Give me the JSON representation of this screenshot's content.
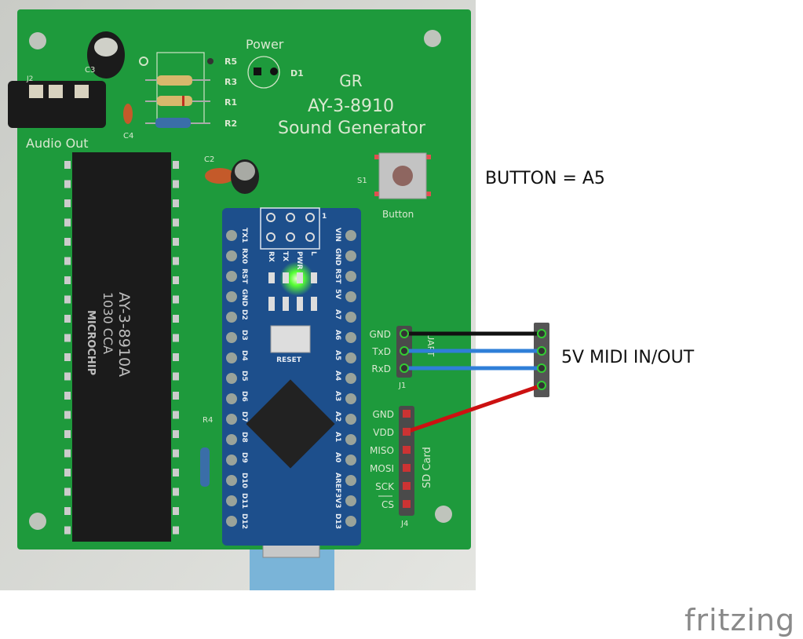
{
  "board": {
    "title_line1": "GR",
    "title_line2": "AY-3-8910",
    "title_line3": "Sound Generator",
    "power_label": "Power",
    "d1_label": "D1",
    "audio_label": "Audio Out",
    "j2_label": "J2",
    "c3_label": "C3",
    "c4_label": "C4",
    "c2_label": "C2",
    "resistors": [
      "R5",
      "R3",
      "R1",
      "R2"
    ],
    "r4_label": "R4",
    "s1_label": "S1",
    "button_label": "Button",
    "chip": {
      "line1": "AY-3-8910A",
      "line2": "1030 CCA",
      "line3": "MICROCHIP"
    },
    "uart": {
      "pins": [
        "GND",
        "TxD",
        "RxD"
      ],
      "title": "UART",
      "ref": "J1"
    },
    "sdcard": {
      "pins": [
        "GND",
        "VDD",
        "MISO",
        "MOSI",
        "SCK",
        "CS"
      ],
      "title": "SD Card",
      "ref": "J4"
    },
    "nano": {
      "left_pins": [
        "TX1",
        "RX0",
        "RST",
        "GND",
        "D2",
        "D3",
        "D4",
        "D5",
        "D6",
        "D7",
        "D8",
        "D9",
        "D10",
        "D11",
        "D12"
      ],
      "right_pins": [
        "VIN",
        "GND",
        "RST",
        "5V",
        "A7",
        "A6",
        "A5",
        "A4",
        "A3",
        "A2",
        "A1",
        "A0",
        "AREF",
        "3V3",
        "D13"
      ],
      "leds": [
        "RX",
        "TX",
        "PWR",
        "L"
      ],
      "reset_label": "RESET",
      "icsp_label": "1"
    }
  },
  "annotations": {
    "button": "BUTTON = A5",
    "midi": "5V MIDI IN/OUT"
  },
  "wires": [
    {
      "from": "GND",
      "color": "#111111"
    },
    {
      "from": "TxD",
      "color": "#2f7fd8"
    },
    {
      "from": "RxD",
      "color": "#2f7fd8"
    },
    {
      "from": "VDD",
      "color": "#cc1111"
    }
  ],
  "logo": "fritzing",
  "colors": {
    "pcb": "#1e9a3c",
    "nano": "#1d4f8c"
  }
}
